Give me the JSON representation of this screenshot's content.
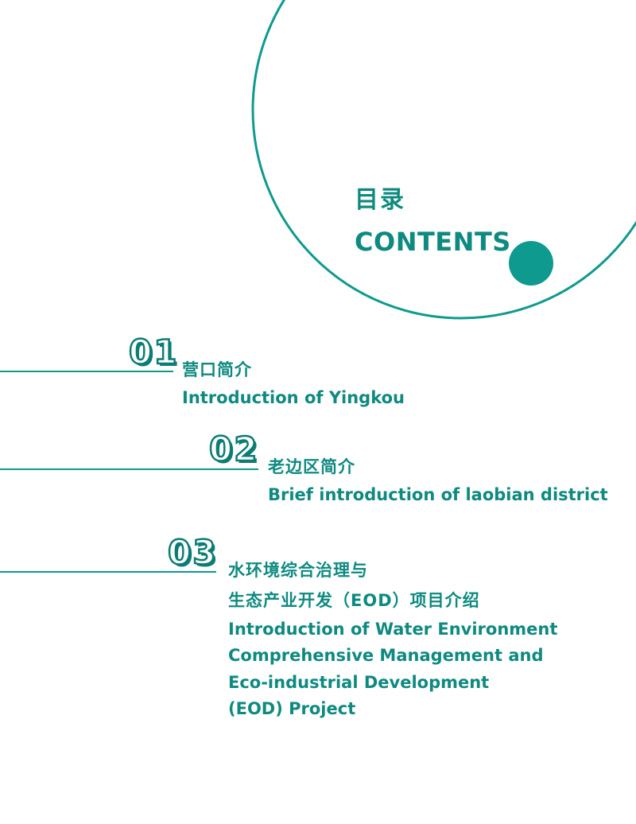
{
  "header": {
    "title_cn": "目录",
    "title_en": "CONTENTS"
  },
  "colors": {
    "accent": "#0e9a8e",
    "text": "#0e8a80"
  },
  "entries": [
    {
      "number": "01",
      "title_cn": [
        "营口简介"
      ],
      "title_en": [
        "Introduction of Yingkou"
      ]
    },
    {
      "number": "02",
      "title_cn": [
        "老边区简介"
      ],
      "title_en": [
        "Brief introduction of laobian district"
      ]
    },
    {
      "number": "03",
      "title_cn": [
        "水环境综合治理与",
        "生态产业开发（EOD）项目介绍"
      ],
      "title_en": [
        "Introduction of Water Environment",
        "Comprehensive Management and",
        "Eco-industrial Development",
        "(EOD) Project"
      ]
    }
  ]
}
